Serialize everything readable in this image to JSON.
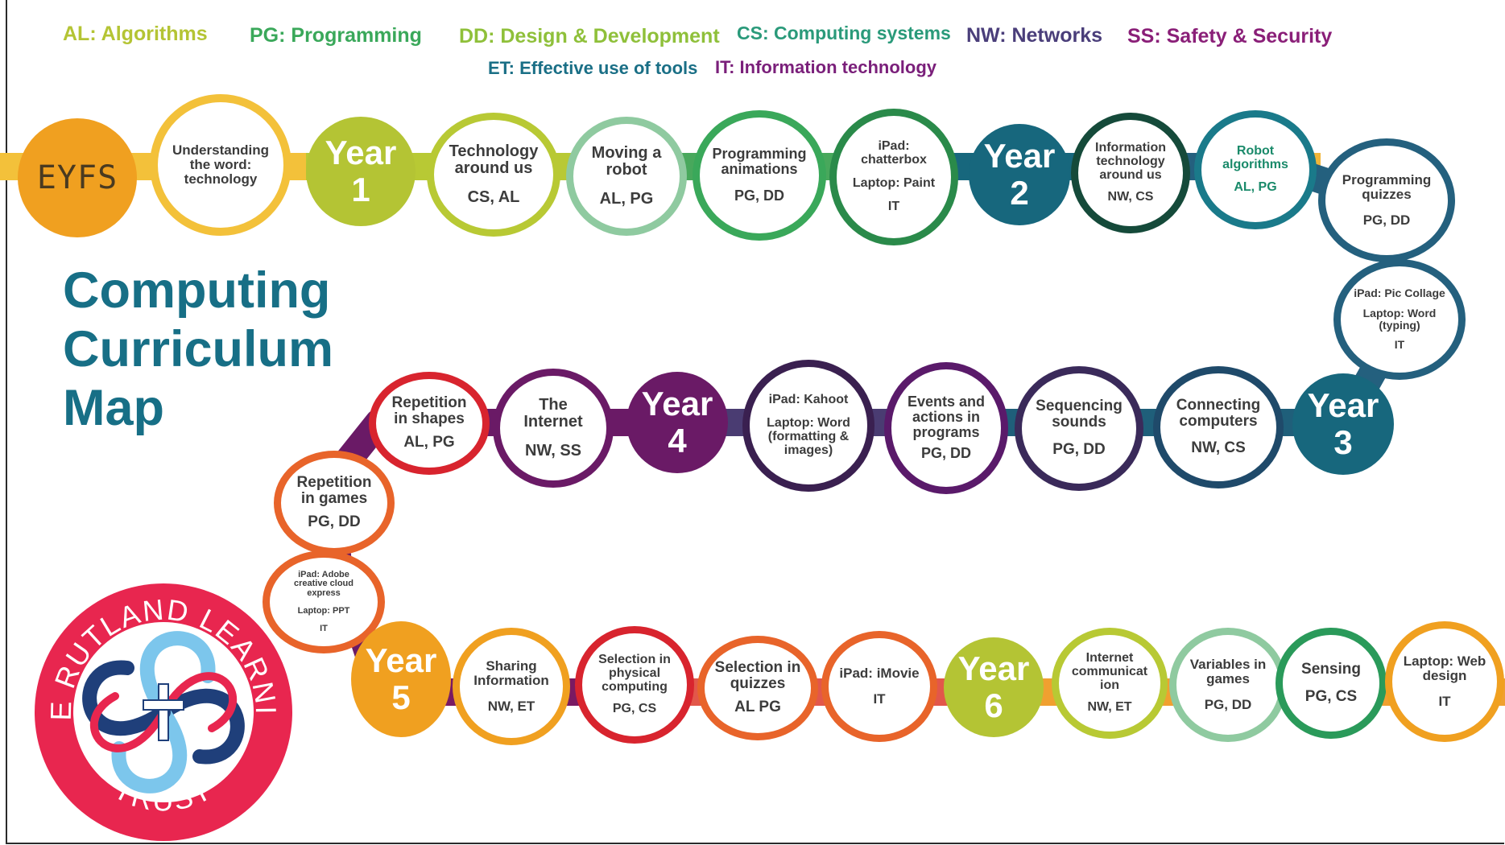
{
  "legend": [
    {
      "code": "AL: Algorithms",
      "color": "#b4c434"
    },
    {
      "code": "PG: Programming",
      "color": "#3aa85a"
    },
    {
      "code": "DD: Design & Development",
      "color": "#8fc03a"
    },
    {
      "code": "CS: Computing systems",
      "color": "#2a9a7a"
    },
    {
      "code": "NW: Networks",
      "color": "#4a3e7a"
    },
    {
      "code": "SS: Safety & Security",
      "color": "#8a1f78"
    },
    {
      "code": "ET: Effective use of tools",
      "color": "#1a6f86"
    },
    {
      "code": "IT: Information technology",
      "color": "#7a1f7a"
    }
  ],
  "title": {
    "line1": "Computing",
    "line2": "Curriculum",
    "line3": "Map"
  },
  "stages": {
    "eyfs": "EYFS",
    "y1": {
      "l1": "Year",
      "l2": "1"
    },
    "y2": {
      "l1": "Year",
      "l2": "2"
    },
    "y3": {
      "l1": "Year",
      "l2": "3"
    },
    "y4": {
      "l1": "Year",
      "l2": "4"
    },
    "y5": {
      "l1": "Year",
      "l2": "5"
    },
    "y6": {
      "l1": "Year",
      "l2": "6"
    }
  },
  "units": {
    "understanding": {
      "title": "Understanding the word: technology",
      "codes": ""
    },
    "tech_around": {
      "title": "Technology around us",
      "codes": "CS, AL"
    },
    "moving_robot": {
      "title": "Moving a robot",
      "codes": "AL, PG"
    },
    "prog_anim": {
      "title": "Programming animations",
      "codes": "PG, DD"
    },
    "chatterbox": {
      "title": "iPad: chatterbox",
      "sub": "Laptop: Paint",
      "codes": "IT"
    },
    "info_tech": {
      "title": "Information technology around us",
      "codes": "NW, CS"
    },
    "robot_alg": {
      "title": "Robot algorithms",
      "codes": "AL, PG"
    },
    "prog_quiz": {
      "title": "Programming quizzes",
      "codes": "PG, DD"
    },
    "pic_collage": {
      "title": "iPad: Pic Collage",
      "sub": "Laptop: Word (typing)",
      "codes": "IT"
    },
    "connecting": {
      "title": "Connecting computers",
      "codes": "NW, CS"
    },
    "seq_sounds": {
      "title": "Sequencing sounds",
      "codes": "PG, DD"
    },
    "events": {
      "title": "Events and actions in programs",
      "codes": "PG, DD"
    },
    "kahoot": {
      "title": "iPad: Kahoot",
      "sub": "Laptop: Word (formatting & images)",
      "codes": ""
    },
    "internet": {
      "title": "The Internet",
      "codes": "NW, SS"
    },
    "rep_shapes": {
      "title": "Repetition in shapes",
      "codes": "AL, PG"
    },
    "rep_games": {
      "title": "Repetition in games",
      "codes": "PG, DD"
    },
    "adobe": {
      "title": "iPad: Adobe creative cloud express",
      "sub": "Laptop: PPT",
      "codes": "IT"
    },
    "sharing": {
      "title": "Sharing Information",
      "codes": "NW, ET"
    },
    "selection_phys": {
      "title": "Selection in physical computing",
      "codes": "PG, CS"
    },
    "selection_quiz": {
      "title": "Selection in quizzes",
      "codes": "AL PG"
    },
    "imovie": {
      "title": "iPad: iMovie",
      "codes": "IT"
    },
    "internet_comm": {
      "title": "Internet communicat ion",
      "codes": "NW, ET"
    },
    "variables": {
      "title": "Variables in games",
      "codes": "PG, DD"
    },
    "sensing": {
      "title": "Sensing",
      "codes": "PG, CS"
    },
    "web_design": {
      "title": "Laptop: Web design",
      "codes": "IT"
    }
  },
  "logo": {
    "top_text": "THE RUTLAND LEARNING",
    "bottom_text": "TRUST",
    "colors": {
      "ring": "#e8264f",
      "dark": "#1f3f7a",
      "light": "#7cc6ec"
    }
  }
}
